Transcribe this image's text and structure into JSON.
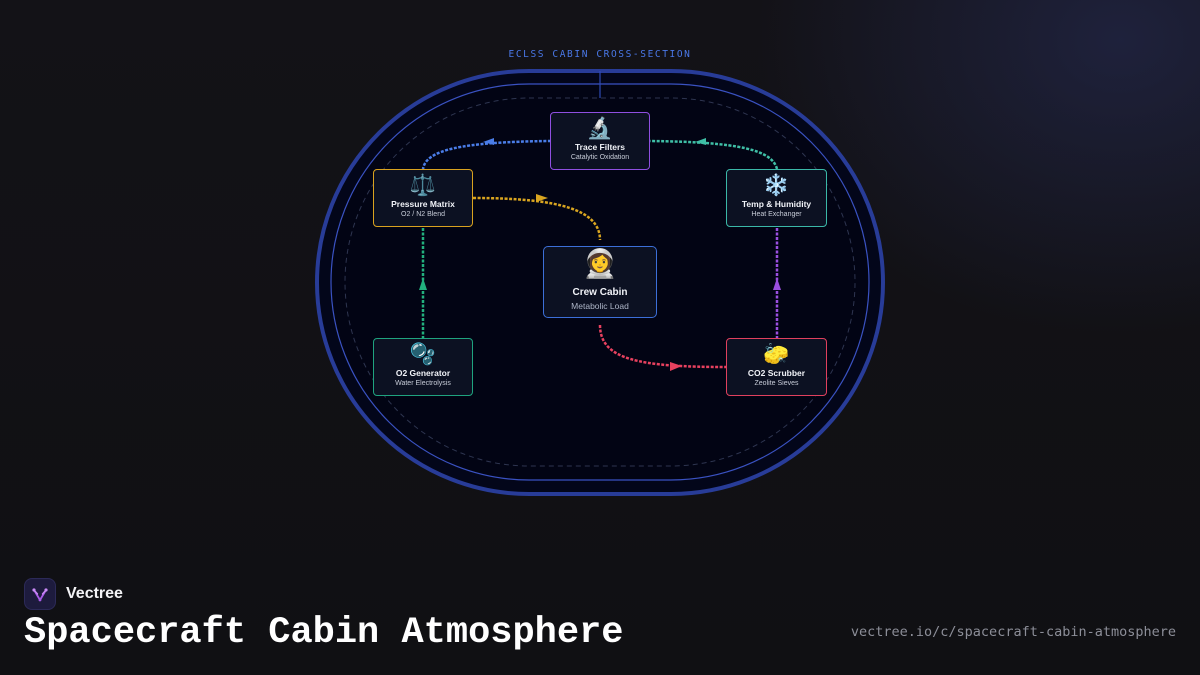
{
  "diagram": {
    "header_label": "ECLSS CABIN CROSS-SECTION",
    "colors": {
      "hull": "#2a3e99",
      "hull_inner": "#3b55c6",
      "label": "#4a78e8",
      "cabin_fill": "#020515"
    },
    "nodes": {
      "trace_filters": {
        "icon": "microscope-icon",
        "emoji": "🔬",
        "title": "Trace Filters",
        "subtitle": "Catalytic Oxidation",
        "color": "#8f4fe0"
      },
      "pressure_matrix": {
        "icon": "balance-scale-icon",
        "emoji": "⚖️",
        "title": "Pressure Matrix",
        "subtitle": "O2 / N2 Blend",
        "color": "#d9a21f"
      },
      "temp_humidity": {
        "icon": "snowflake-icon",
        "emoji": "❄️",
        "title": "Temp & Humidity",
        "subtitle": "Heat Exchanger",
        "color": "#3bb8a8"
      },
      "crew_cabin": {
        "icon": "astronaut-icon",
        "emoji": "👩‍🚀",
        "title": "Crew Cabin",
        "subtitle": "Metabolic Load",
        "color": "#3c6fd8"
      },
      "o2_generator": {
        "icon": "bubbles-icon",
        "emoji": "🫧",
        "title": "O2 Generator",
        "subtitle": "Water Electrolysis",
        "color": "#1fa37f"
      },
      "co2_scrubber": {
        "icon": "sponge-icon",
        "emoji": "🧽",
        "title": "CO2 Scrubber",
        "subtitle": "Zeolite Sieves",
        "color": "#e0405e"
      }
    },
    "links": [
      {
        "from": "crew_cabin",
        "to": "co2_scrubber",
        "color": "#e8415f"
      },
      {
        "from": "co2_scrubber",
        "to": "temp_humidity",
        "color": "#9a4fe0"
      },
      {
        "from": "temp_humidity",
        "to": "trace_filters",
        "color": "#3fbfa6"
      },
      {
        "from": "trace_filters",
        "to": "pressure_matrix",
        "color": "#4a7de8"
      },
      {
        "from": "pressure_matrix",
        "to": "crew_cabin",
        "color": "#d9a520"
      },
      {
        "from": "o2_generator",
        "to": "pressure_matrix",
        "color": "#22b07e"
      }
    ]
  },
  "brand": {
    "name": "Vectree",
    "logo_icon": "vectree-logo-icon",
    "accent": "#a95be8"
  },
  "page": {
    "title": "Spacecraft Cabin Atmosphere",
    "url": "vectree.io/c/spacecraft-cabin-atmosphere"
  }
}
